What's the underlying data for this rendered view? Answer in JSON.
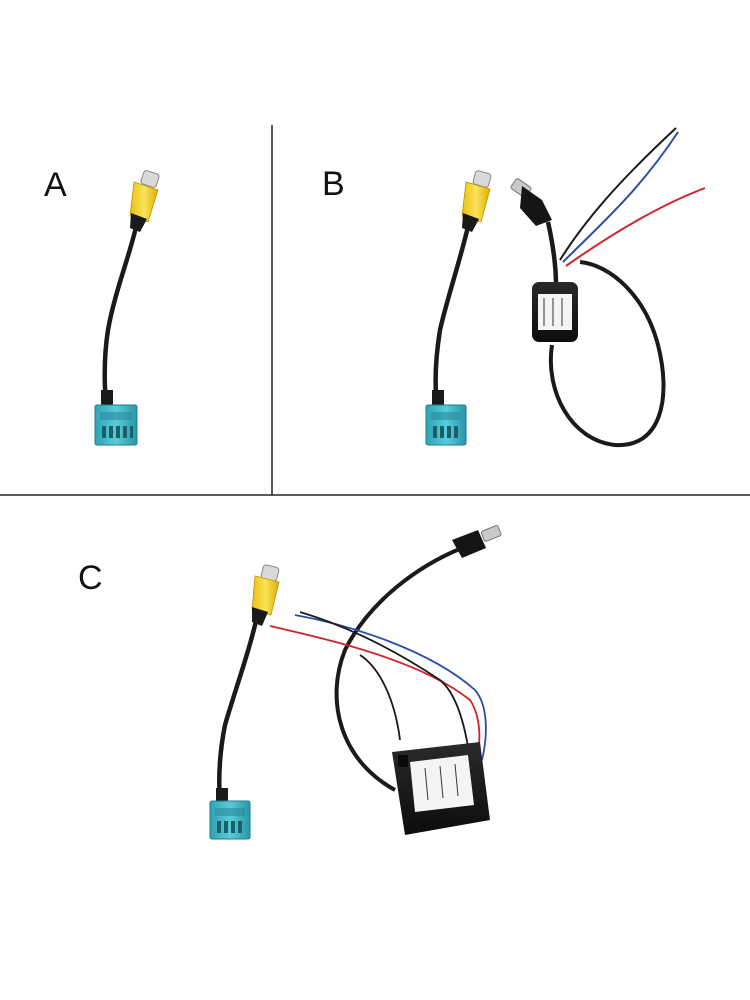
{
  "panels": [
    {
      "id": "A",
      "label": "A"
    },
    {
      "id": "B",
      "label": "B"
    },
    {
      "id": "C",
      "label": "C"
    }
  ],
  "colors": {
    "background": "#ffffff",
    "divider": "#222222",
    "rca_yellow": "#f3d21c",
    "connector_blue": "#3fb8c9",
    "cable_black": "#1a1a1a",
    "wire_red": "#d2232a",
    "wire_blue": "#2a4fa8"
  },
  "icons": [
    "rca-connector-icon",
    "blue-harness-connector-icon",
    "filter-module-icon",
    "power-plug-icon"
  ]
}
